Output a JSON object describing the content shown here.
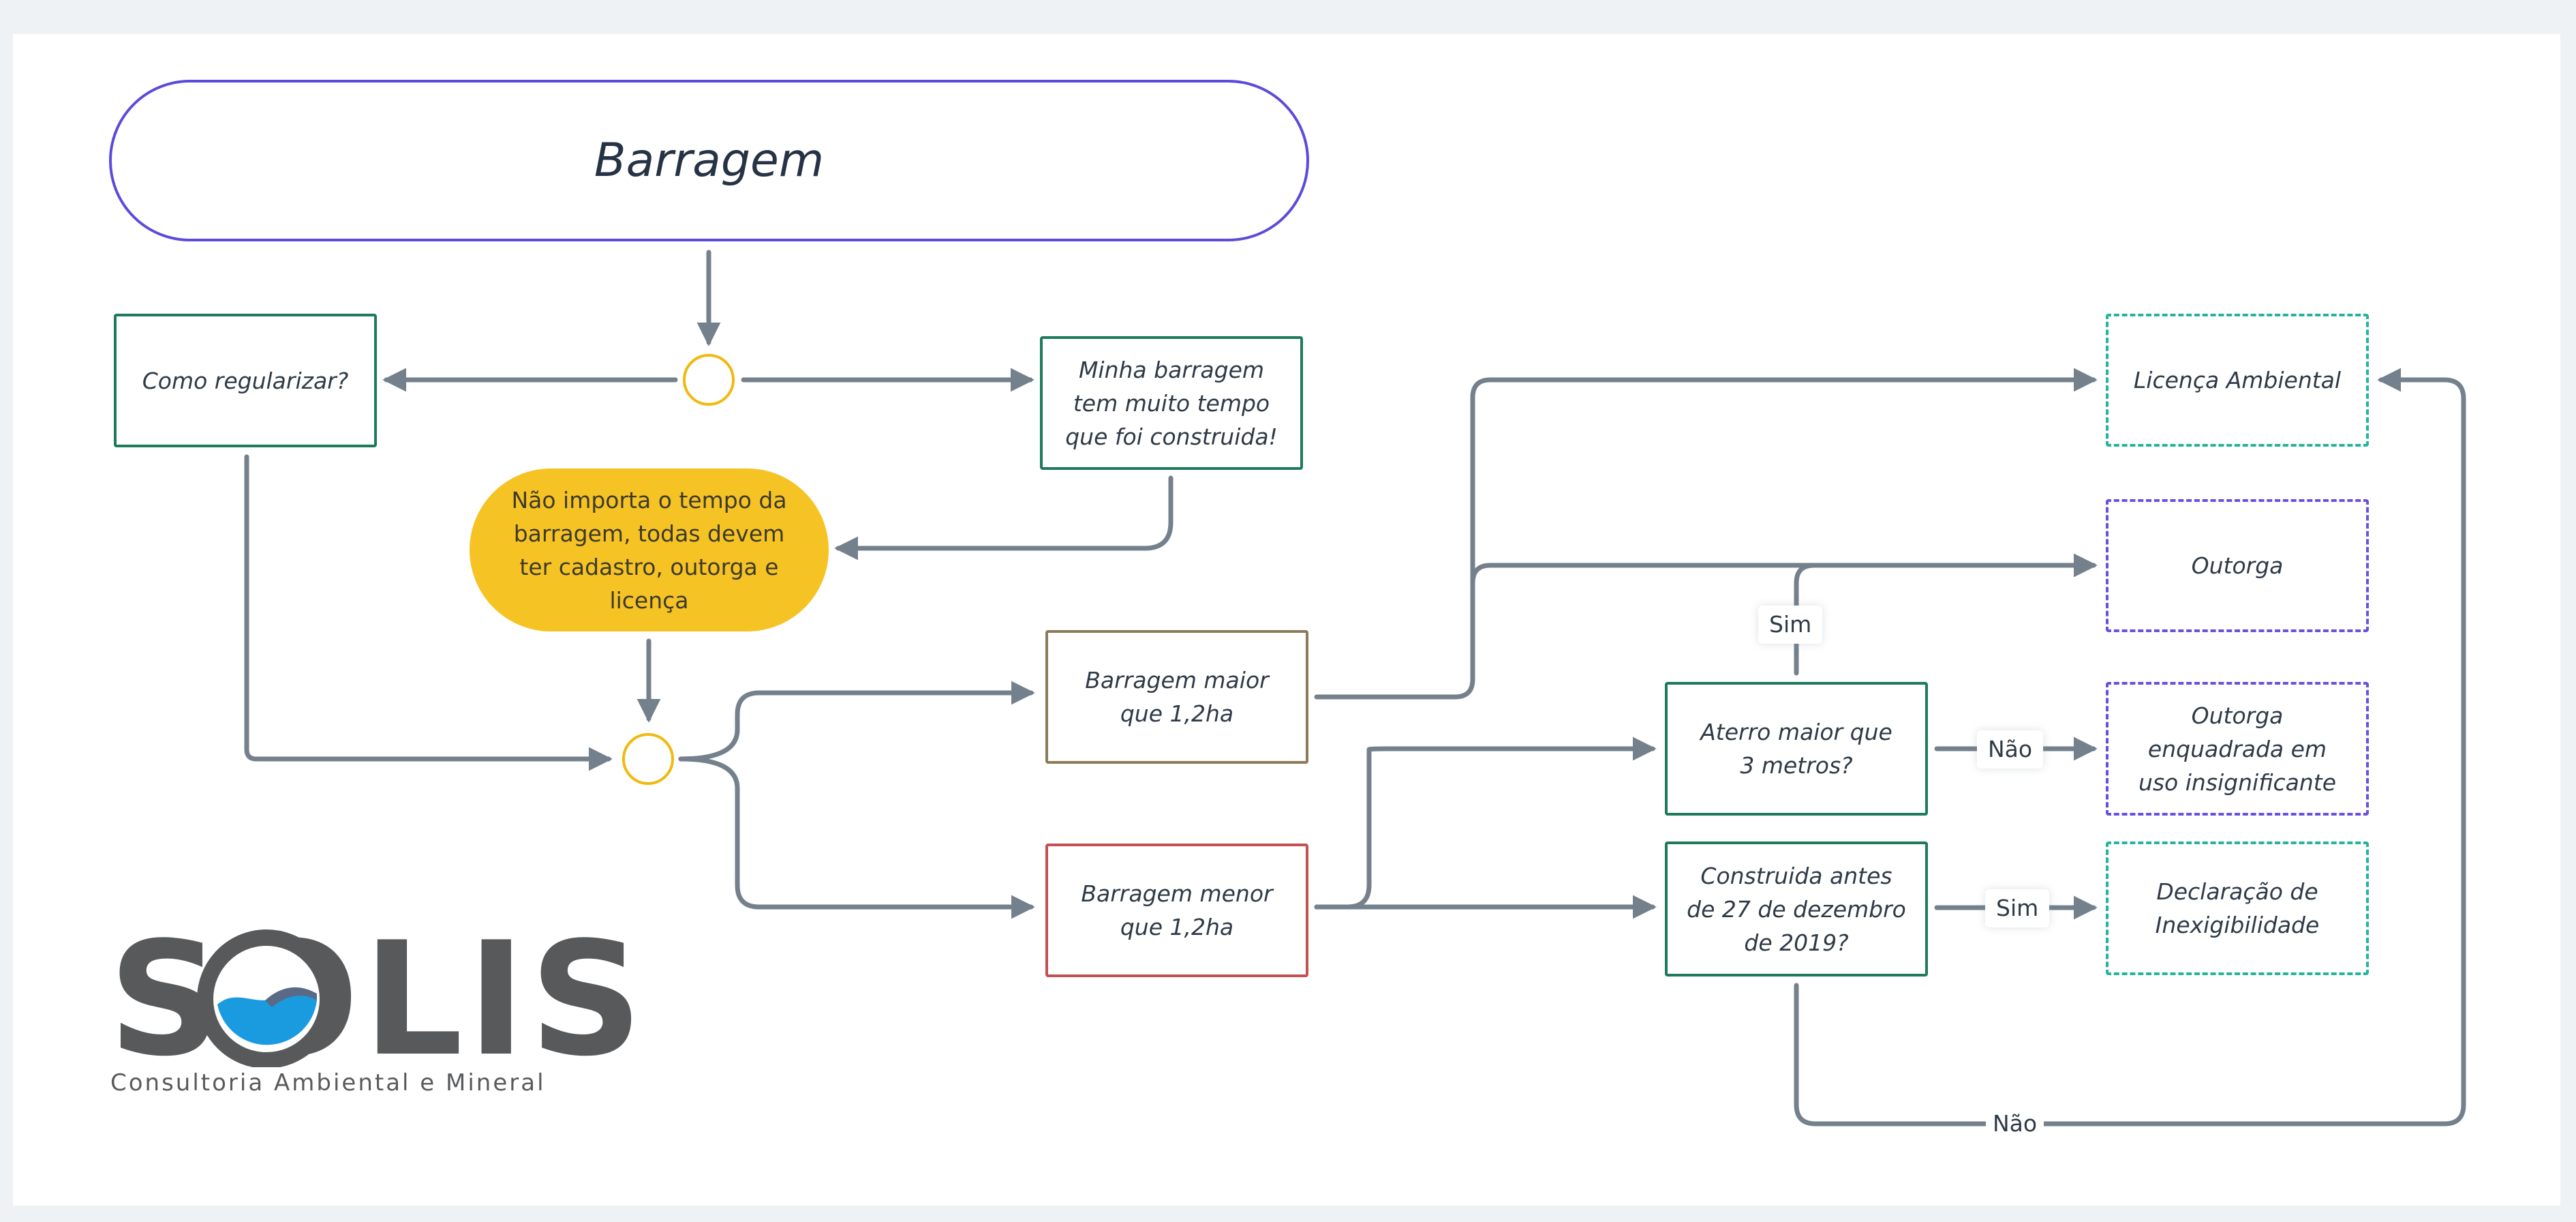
{
  "colors": {
    "connector": "#74818d",
    "junction": "#f1b90f",
    "note_fill": "#f6c325",
    "title_border": "#5b4bdb",
    "green_border": "#1d7a5c",
    "brown_border": "#8d7a58",
    "red_border": "#c45151",
    "teal_dashed": "#22b59b",
    "purple_dashed": "#6b4fe0",
    "logo_gray": "#58595b",
    "logo_blue": "#1a9be0"
  },
  "diagram": {
    "title": "Barragem",
    "como_regularizar": "Como regularizar?",
    "minha_barragem": "Minha barragem tem muito tempo que foi construida!",
    "note": "Não importa o tempo da barragem, todas devem ter cadastro, outorga e licença",
    "barragem_maior": "Barragem maior que 1,2ha",
    "barragem_menor": "Barragem menor que 1,2ha",
    "aterro": "Aterro maior que 3 metros?",
    "construida": "Construida antes de 27 de dezembro de 2019?",
    "licenca": "Licença Ambiental",
    "outorga": "Outorga",
    "outorga_insignificante": "Outorga enquadrada em uso insignificante",
    "declaracao": "Declaração de Inexigibilidade",
    "edge_sim_aterro": "Sim",
    "edge_nao_aterro": "Não",
    "edge_sim_construida": "Sim",
    "edge_nao_construida": "Não"
  },
  "logo": {
    "wordmark": "SOLIS",
    "tagline": "Consultoria Ambiental e Mineral",
    "icon": "water-wave-icon"
  }
}
